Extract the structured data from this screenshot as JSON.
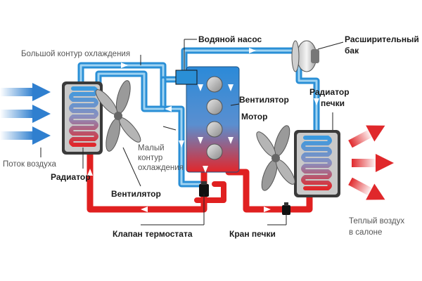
{
  "labels": {
    "big_loop": "Большой контур охлаждения",
    "water_pump": "Водяной насос",
    "expansion_tank_line1": "Расширительный",
    "expansion_tank_line2": "бак",
    "fan_motor_side": "Вентилятор",
    "motor": "Мотор",
    "heater_radiator_line1": "Радиатор",
    "heater_radiator_line2": "печки",
    "small_loop_line1": "Малый",
    "small_loop_line2": "контур",
    "small_loop_line3": "охлаждения",
    "airflow_in": "Поток воздуха",
    "radiator": "Радиатор",
    "fan_main": "Вентилятор",
    "thermostat_valve": "Клапан термостата",
    "heater_valve": "Кран печки",
    "warm_air_line1": "Теплый воздух",
    "warm_air_line2": "в салоне"
  },
  "colors": {
    "coolant_cold": "#2a8fd6",
    "coolant_cold_light": "#9fd3f2",
    "coolant_hot": "#e02020",
    "arrow_in": "#2f7fcf",
    "arrow_out": "#e0282b",
    "valve": "#111111"
  },
  "icons": {
    "fan": "fan-icon",
    "valve": "valve-icon",
    "cylinder": "cylinder-icon"
  }
}
